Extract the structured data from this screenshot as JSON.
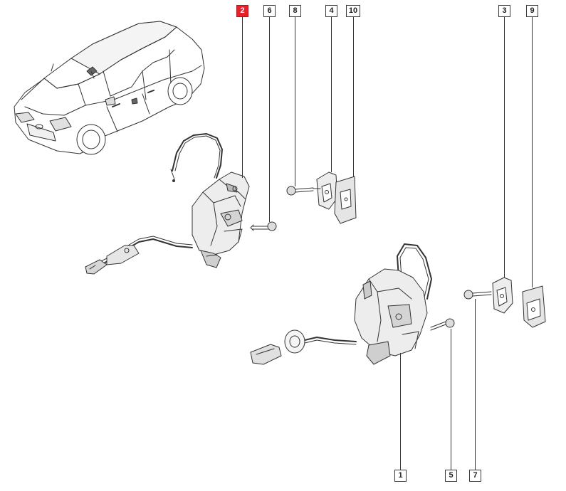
{
  "parts": [
    {
      "id": "callout-1",
      "number": "1",
      "name": "callout-1",
      "active": false
    },
    {
      "id": "callout-2",
      "number": "2",
      "name": "callout-2",
      "active": true
    },
    {
      "id": "callout-3",
      "number": "3",
      "name": "callout-3",
      "active": false
    },
    {
      "id": "callout-4",
      "number": "4",
      "name": "callout-4",
      "active": false
    },
    {
      "id": "callout-5",
      "number": "5",
      "name": "callout-5",
      "active": false
    },
    {
      "id": "callout-6",
      "number": "6",
      "name": "callout-6",
      "active": false
    },
    {
      "id": "callout-7",
      "number": "7",
      "name": "callout-7",
      "active": false
    },
    {
      "id": "callout-8",
      "number": "8",
      "name": "callout-8",
      "active": false
    },
    {
      "id": "callout-9",
      "number": "9",
      "name": "callout-9",
      "active": false
    },
    {
      "id": "callout-10",
      "number": "10",
      "name": "callout-10",
      "active": false
    }
  ],
  "colors": {
    "highlight": "#e8202a",
    "line": "#333333",
    "fill_light": "#e9e9e9",
    "fill_mid": "#c8c8c8"
  }
}
